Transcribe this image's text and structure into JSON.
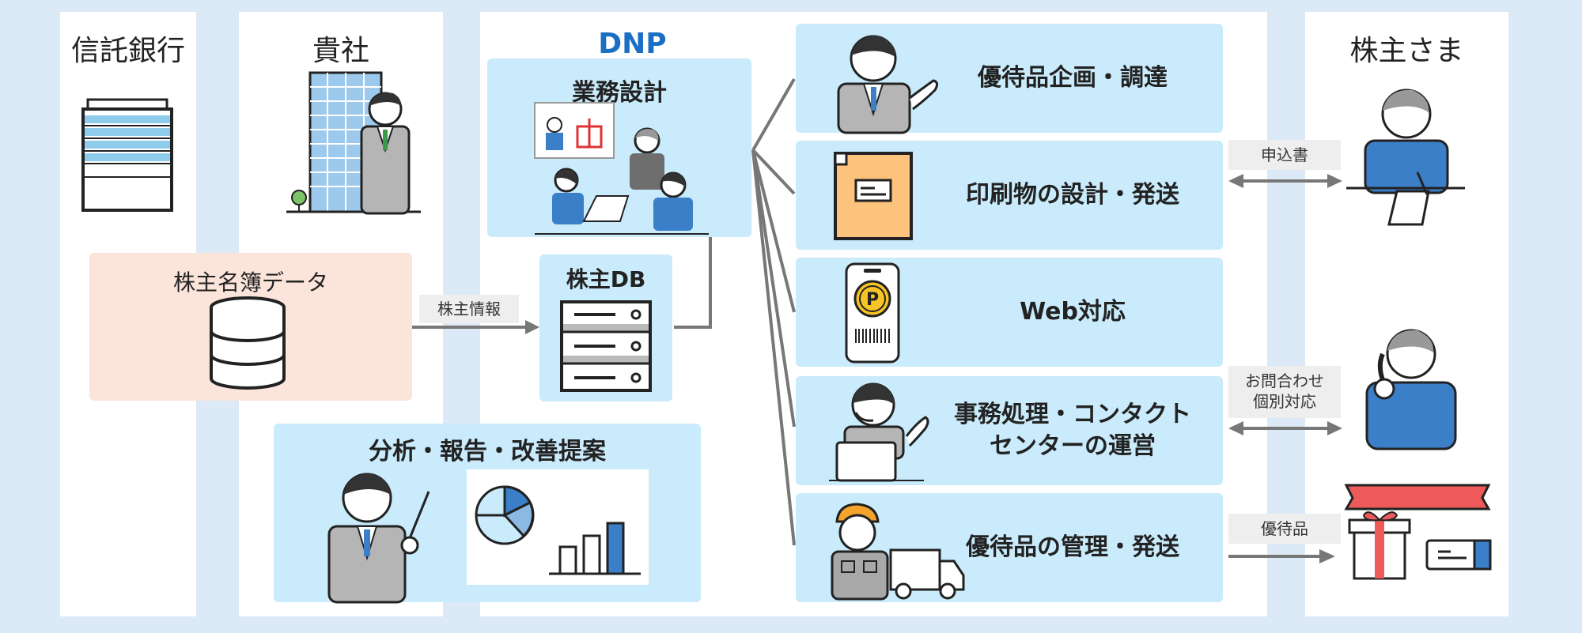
{
  "columns": {
    "trust_bank": "信託銀行",
    "company": "貴社",
    "dnp": "DNP",
    "shareholders": "株主さま"
  },
  "registry": {
    "label": "株主名簿データ"
  },
  "flow_label": "株主情報",
  "shareholder_db": {
    "label": "株主DB"
  },
  "business_design": {
    "label": "業務設計"
  },
  "analysis": {
    "label": "分析・報告・改善提案"
  },
  "services": [
    {
      "label": "優待品企画・調達"
    },
    {
      "label": "印刷物の設計・発送"
    },
    {
      "label": "Web対応"
    },
    {
      "label": "事務処理・コンタクト\nセンターの運営"
    },
    {
      "label": "優待品の管理・発送"
    }
  ],
  "exchanges": {
    "application": "申込書",
    "inquiry_line1": "お問合わせ",
    "inquiry_line2": "個別対応",
    "gift": "優待品"
  },
  "icons": {
    "phone_point": "P"
  },
  "colors": {
    "background": "#dce9f6",
    "light_box": "#c9ebfb",
    "registry_box": "#fbe4da",
    "dnp_brand": "#1a6fc4",
    "connector": "#777777",
    "person_blue": "#3a7fc8",
    "suit_gray": "#b5b5b5",
    "box_orange": "#fdc27b",
    "ribbon_red": "#ee5a5a"
  }
}
